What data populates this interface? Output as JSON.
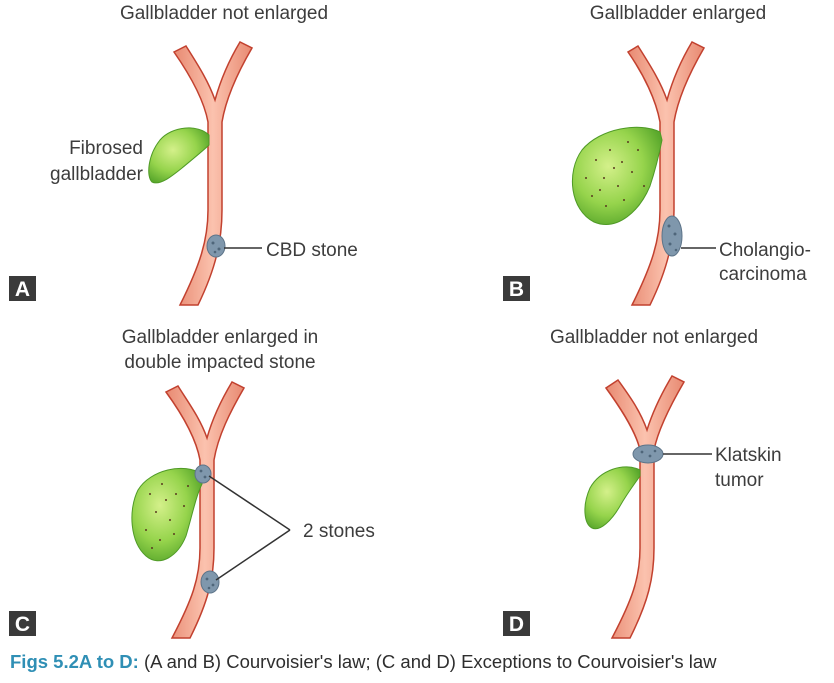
{
  "panels": {
    "a": {
      "letter": "A",
      "heading": "Gallbladder not enlarged",
      "gallbladder_label": [
        "Fibrosed",
        "gallbladder"
      ],
      "stone_label": "CBD stone"
    },
    "b": {
      "letter": "B",
      "heading": "Gallbladder enlarged",
      "tumor_label": [
        "Cholangio-",
        "carcinoma"
      ]
    },
    "c": {
      "letter": "C",
      "heading": [
        "Gallbladder enlarged in",
        "double impacted stone"
      ],
      "stones_label": "2 stones"
    },
    "d": {
      "letter": "D",
      "heading": "Gallbladder not enlarged",
      "tumor_label": [
        "Klatskin",
        "tumor"
      ]
    }
  },
  "caption": {
    "prefix": "Figs 5.2A to D:",
    "text": " (A and B) Courvoisier's law; (C and D) Exceptions to Courvoisier's law"
  },
  "colors": {
    "duct_fill": "#f2a088",
    "duct_outline": "#c2412f",
    "gallbladder": "#8fd14a",
    "stone": "#7f97ac",
    "caption_prefix": "#2f8fb5"
  }
}
